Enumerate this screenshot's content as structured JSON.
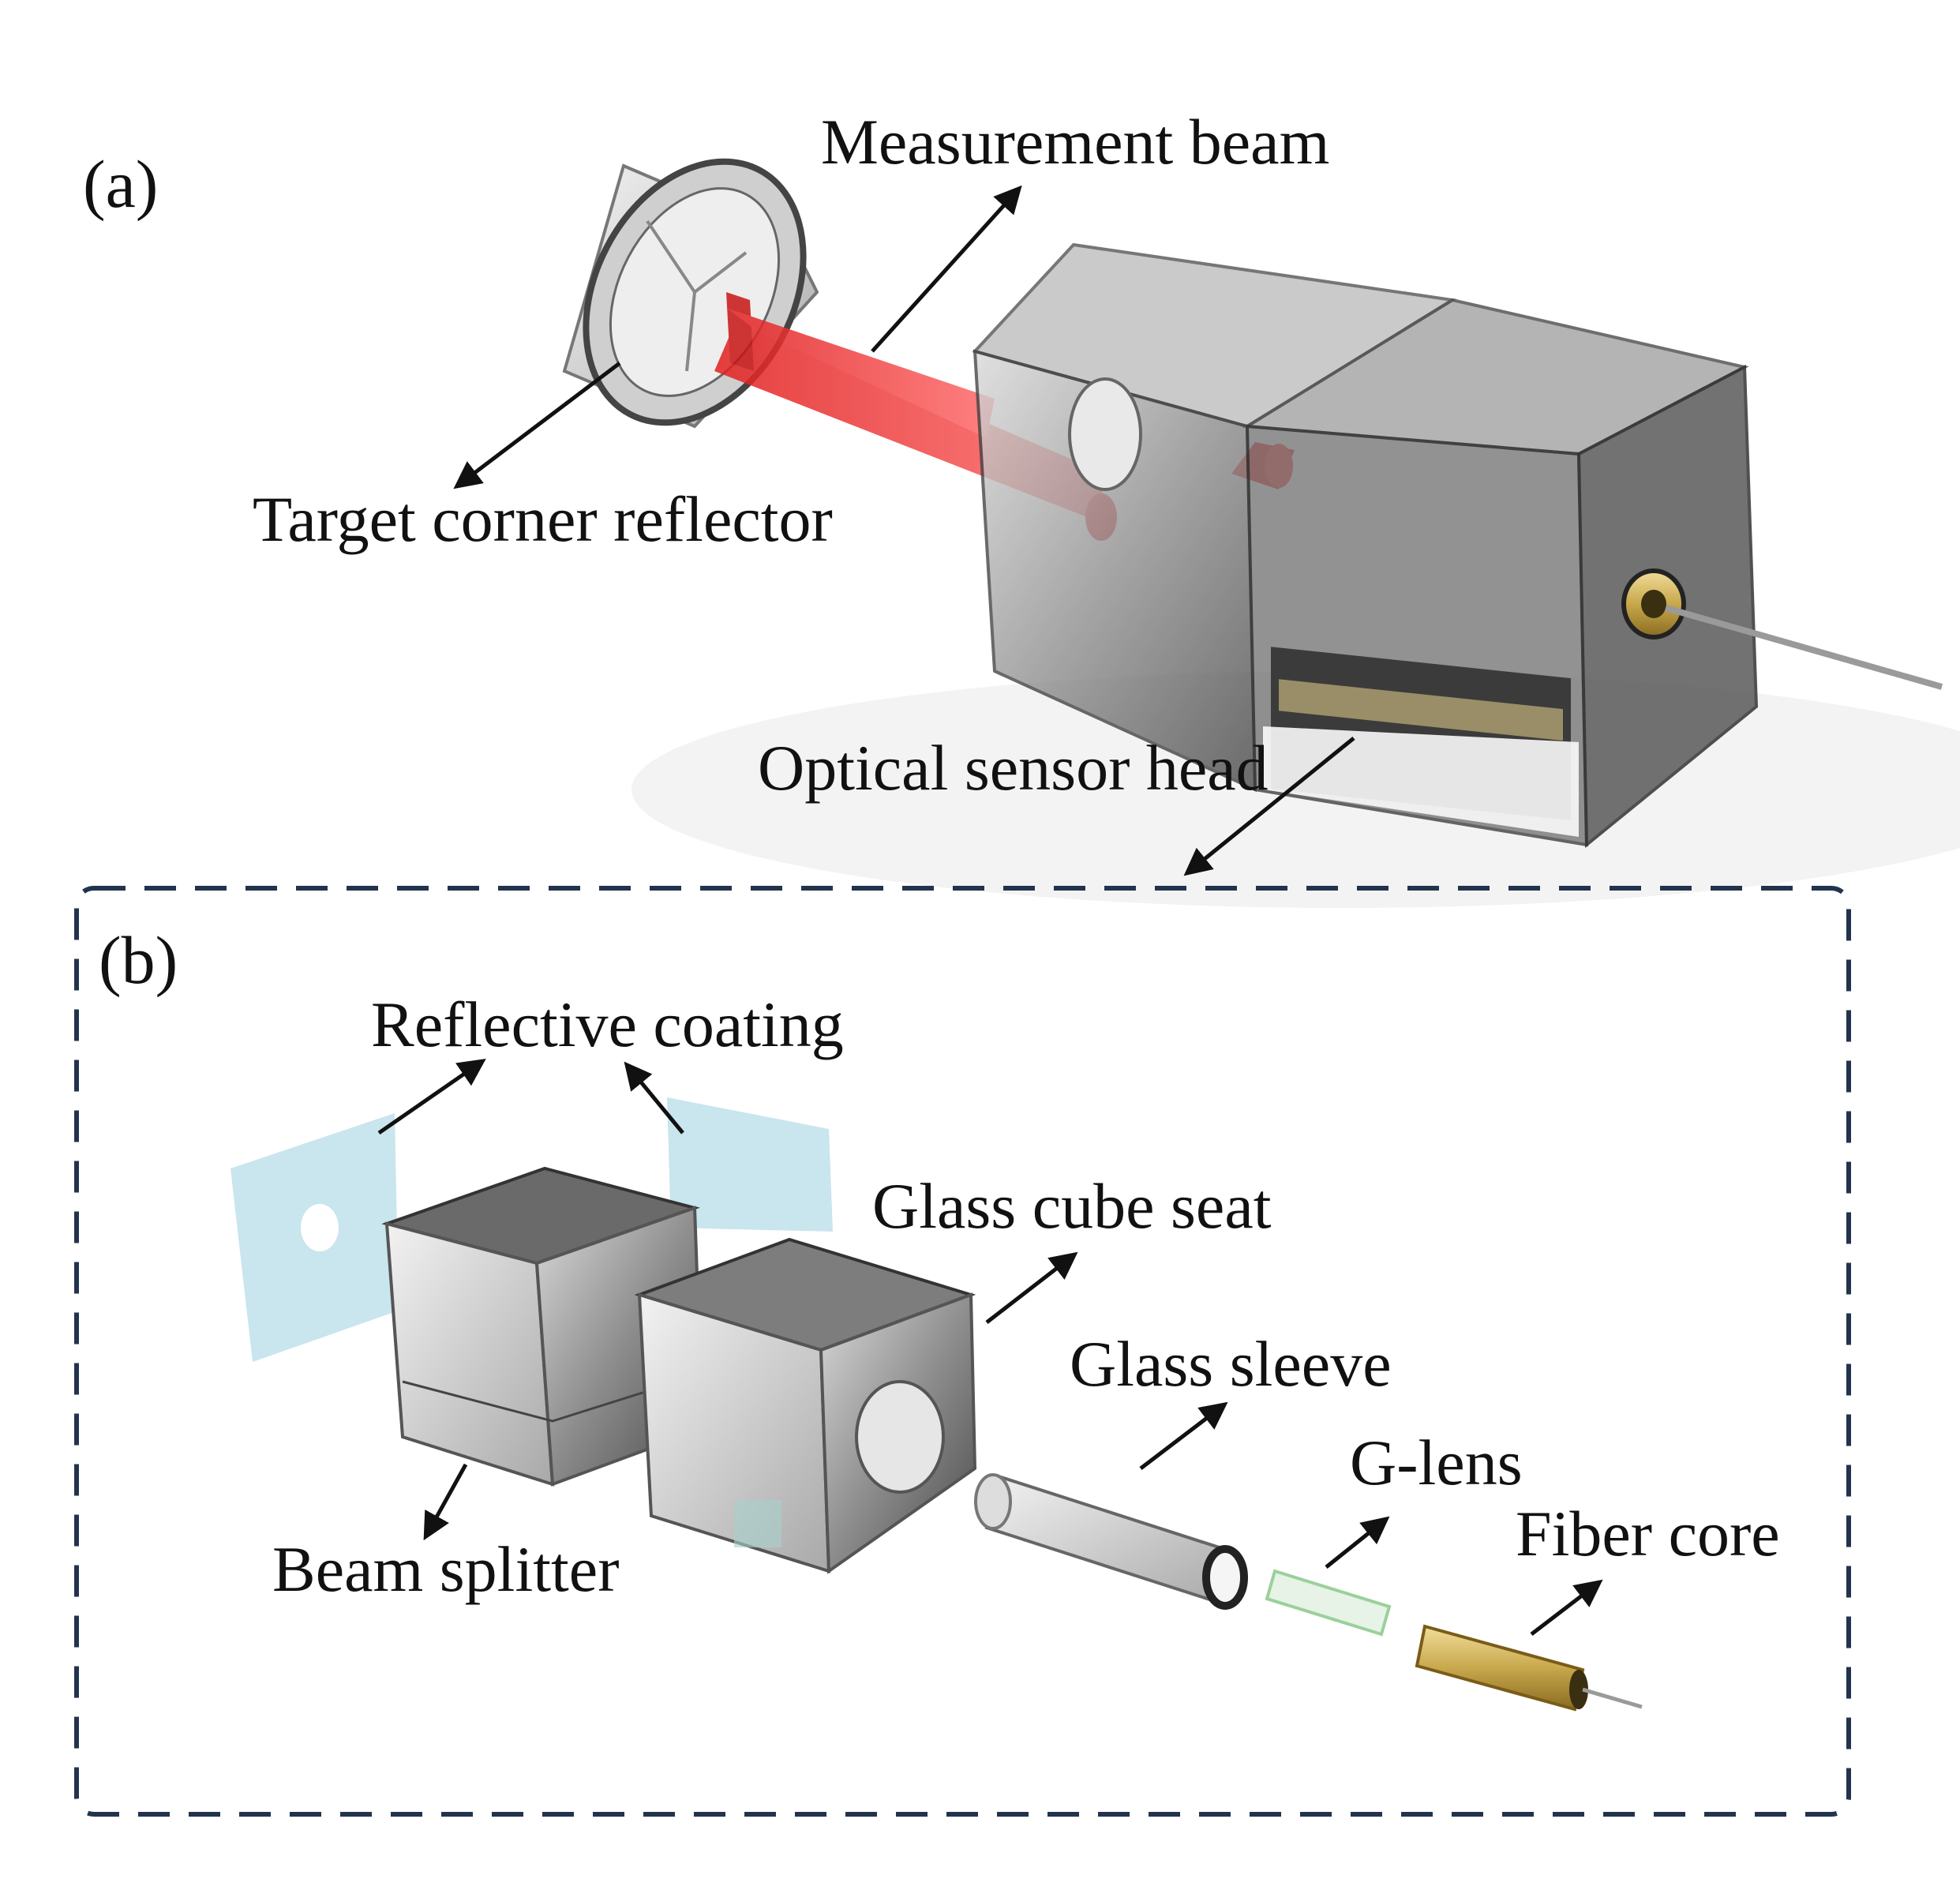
{
  "panels": {
    "a": "(a)",
    "b": "(b)"
  },
  "labels": {
    "measurement_beam": "Measurement beam",
    "target_corner_reflector": "Target corner reflector",
    "optical_sensor_head": "Optical sensor head",
    "reflective_coating": "Reflective coating",
    "glass_cube_seat": "Glass cube seat",
    "glass_sleeve": "Glass sleeve",
    "g_lens": "G-lens",
    "fiber_core": "Fiber core",
    "beam_splitter": "Beam splitter"
  },
  "colors": {
    "beam": "#ee2a2a",
    "glass": "#8a8a8a",
    "coating": "#bfe0ea",
    "brass": "#c8a84c",
    "frame": "#22344d",
    "text": "#111111"
  }
}
